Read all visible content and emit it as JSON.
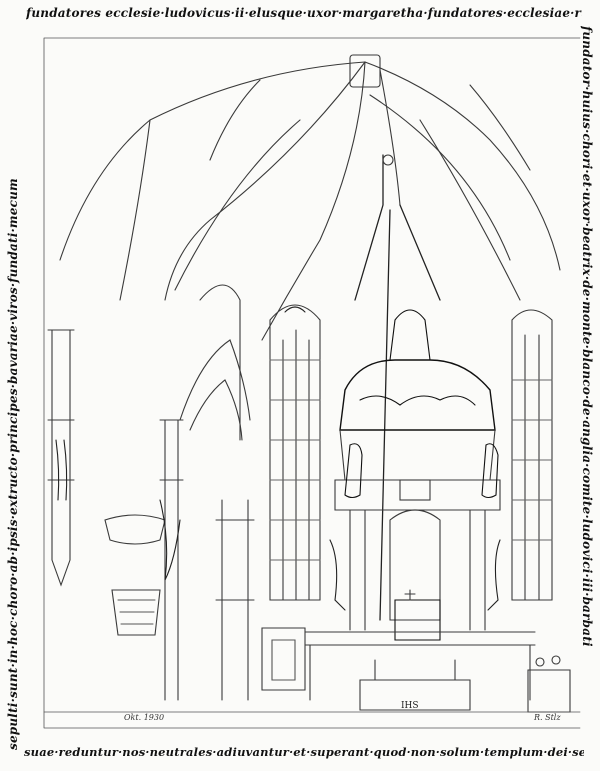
{
  "inscriptions": {
    "top": "fundatores ecclesie·ludovicus·ii·elusque·uxor·margaretha·fundatores·ecclesiae·rupertus·sen",
    "right": "fundator·huius·chori·et·uxor·beatrix·de·monte·blanco·de·anglia·comite·ludovici·iii·barbati",
    "bottom": "suae·reduntur·nos·neutrales·adiuvantur·et·superant·quod·non·solum·templum·dei·sed·etiam·insigne·civitatis·est",
    "left": "sepulti·sunt·in·hoc·choro·ab·ipsis·extructo·principes·bavariae·viros·fundati·mecum"
  },
  "stamps": {
    "date": "Okt. 1930",
    "signature": "R. Stlz"
  },
  "altar_plaque": "IHS",
  "colors": {
    "paper": "#fbfbf9",
    "ink": "#111111",
    "pencil": "#3a3a3a"
  }
}
